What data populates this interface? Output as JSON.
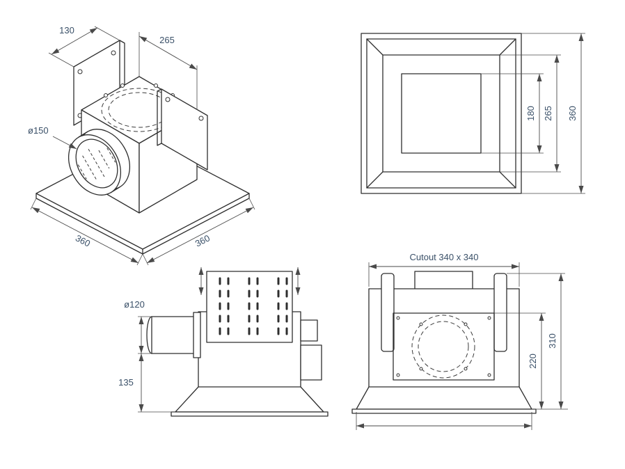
{
  "drawing": {
    "background": "#ffffff",
    "line_color": "#2e2e2e",
    "dim_line_color": "#4a4a4a",
    "dim_text_color": "#3a5068",
    "views": {
      "isometric": {
        "dim_bracket_width": "130",
        "dim_body_width": "265",
        "dim_duct_diameter": "ø150",
        "dim_base_left": "360",
        "dim_base_right": "360"
      },
      "top": {
        "dim_inner_opening": "180",
        "dim_mid_frame": "265",
        "dim_outer_frame": "360"
      },
      "side": {
        "dim_duct_diameter": "ø120",
        "dim_duct_to_base": "135"
      },
      "front": {
        "dim_cutout": "Cutout 340 x 340",
        "dim_plate_height": "220",
        "dim_total_height": "310"
      }
    }
  }
}
